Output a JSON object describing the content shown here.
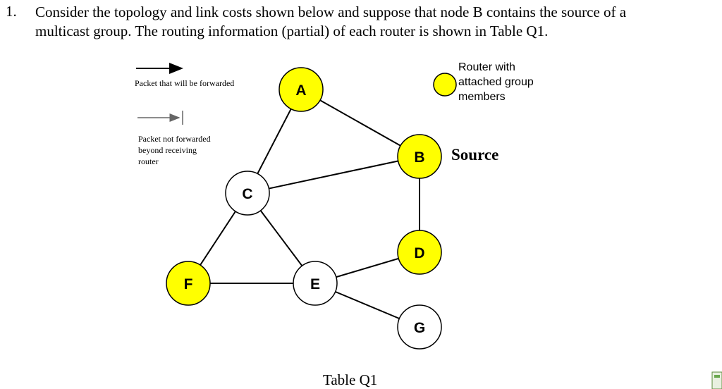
{
  "question": {
    "number": "1.",
    "line1": "Consider the topology and link costs shown below and suppose that node B contains the source of a",
    "line2": "multicast group. The routing information (partial) of each router is shown in Table Q1."
  },
  "legend": {
    "forwarded": "Packet that will be forwarded",
    "not_forwarded_line1": "Packet not forwarded",
    "not_forwarded_line2": "beyond receiving",
    "not_forwarded_line3": "router",
    "group_line1": "Router with",
    "group_line2": "attached group",
    "group_line3": "members"
  },
  "source_label": "Source",
  "caption": "Table Q1",
  "colors": {
    "member": "#ffff00",
    "non_member": "#ffffff",
    "stroke": "#000000",
    "arrow_gray": "#666666"
  },
  "nodes": [
    {
      "id": "A",
      "label": "A",
      "member": true
    },
    {
      "id": "B",
      "label": "B",
      "member": true
    },
    {
      "id": "C",
      "label": "C",
      "member": false
    },
    {
      "id": "D",
      "label": "D",
      "member": true
    },
    {
      "id": "E",
      "label": "E",
      "member": false
    },
    {
      "id": "F",
      "label": "F",
      "member": true
    },
    {
      "id": "G",
      "label": "G",
      "member": false
    }
  ],
  "links": [
    [
      "A",
      "B"
    ],
    [
      "A",
      "C"
    ],
    [
      "C",
      "B"
    ],
    [
      "B",
      "D"
    ],
    [
      "C",
      "F"
    ],
    [
      "C",
      "E"
    ],
    [
      "F",
      "E"
    ],
    [
      "E",
      "D"
    ],
    [
      "E",
      "G"
    ]
  ]
}
